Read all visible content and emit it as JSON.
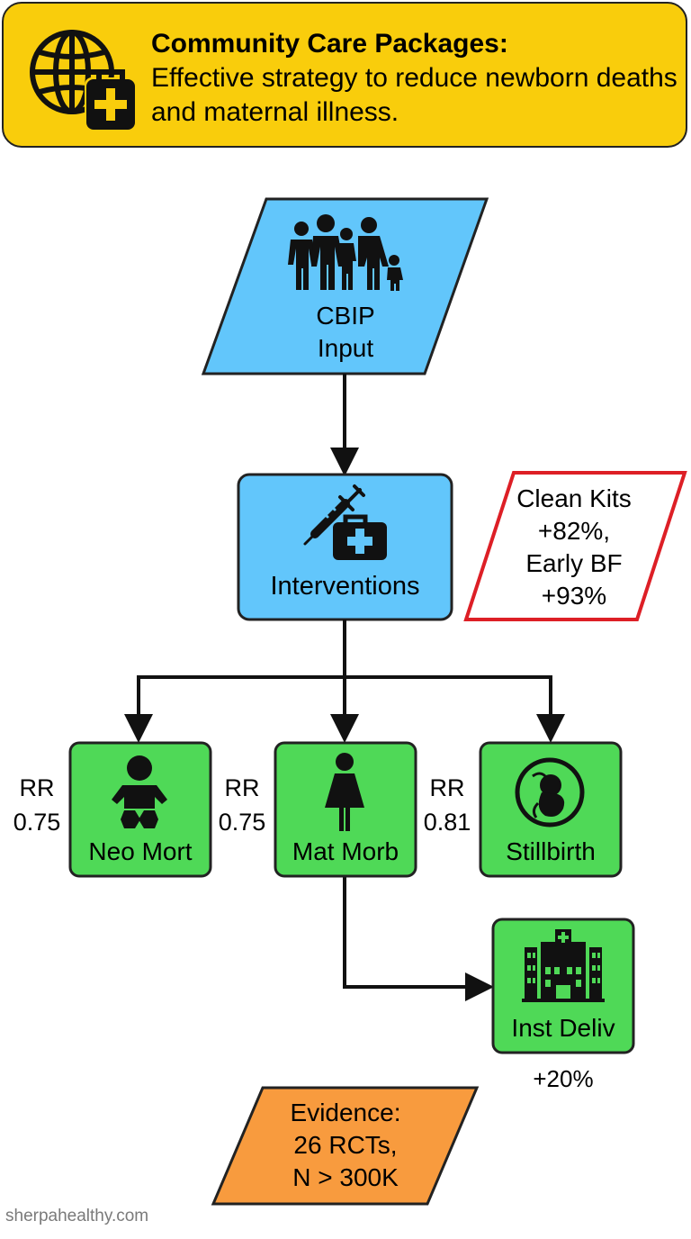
{
  "header": {
    "title": "Community Care Packages:",
    "subtitle": "Effective strategy to reduce newborn deaths and maternal illness.",
    "icon": "globe-medkit-icon"
  },
  "nodes": {
    "input": {
      "line1": "CBIP",
      "line2": "Input",
      "icon": "family-icon"
    },
    "interventions": {
      "label": "Interventions",
      "icon": "syringe-medkit-icon"
    },
    "note": {
      "line1": "Clean Kits",
      "line2": "+82%,",
      "line3": "Early BF",
      "line4": "+93%"
    },
    "neo": {
      "label": "Neo Mort",
      "rr_label": "RR",
      "rr_value": "0.75",
      "icon": "baby-icon"
    },
    "mat": {
      "label": "Mat Morb",
      "rr_label": "RR",
      "rr_value": "0.75",
      "icon": "woman-icon"
    },
    "still": {
      "label": "Stillbirth",
      "rr_label": "RR",
      "rr_value": "0.81",
      "icon": "fetus-icon"
    },
    "inst": {
      "label": "Inst Deliv",
      "change": "+20%",
      "icon": "hospital-icon"
    },
    "evidence": {
      "line1": "Evidence:",
      "line2": "26 RCTs,",
      "line3": "N > 300K"
    }
  },
  "colors": {
    "header_bg": "#f9cd0c",
    "blue": "#62c6fb",
    "green": "#4fd957",
    "orange": "#f89b3e",
    "red_border": "#dd1f26"
  },
  "footer": {
    "site": "sherpahealthy.com"
  }
}
